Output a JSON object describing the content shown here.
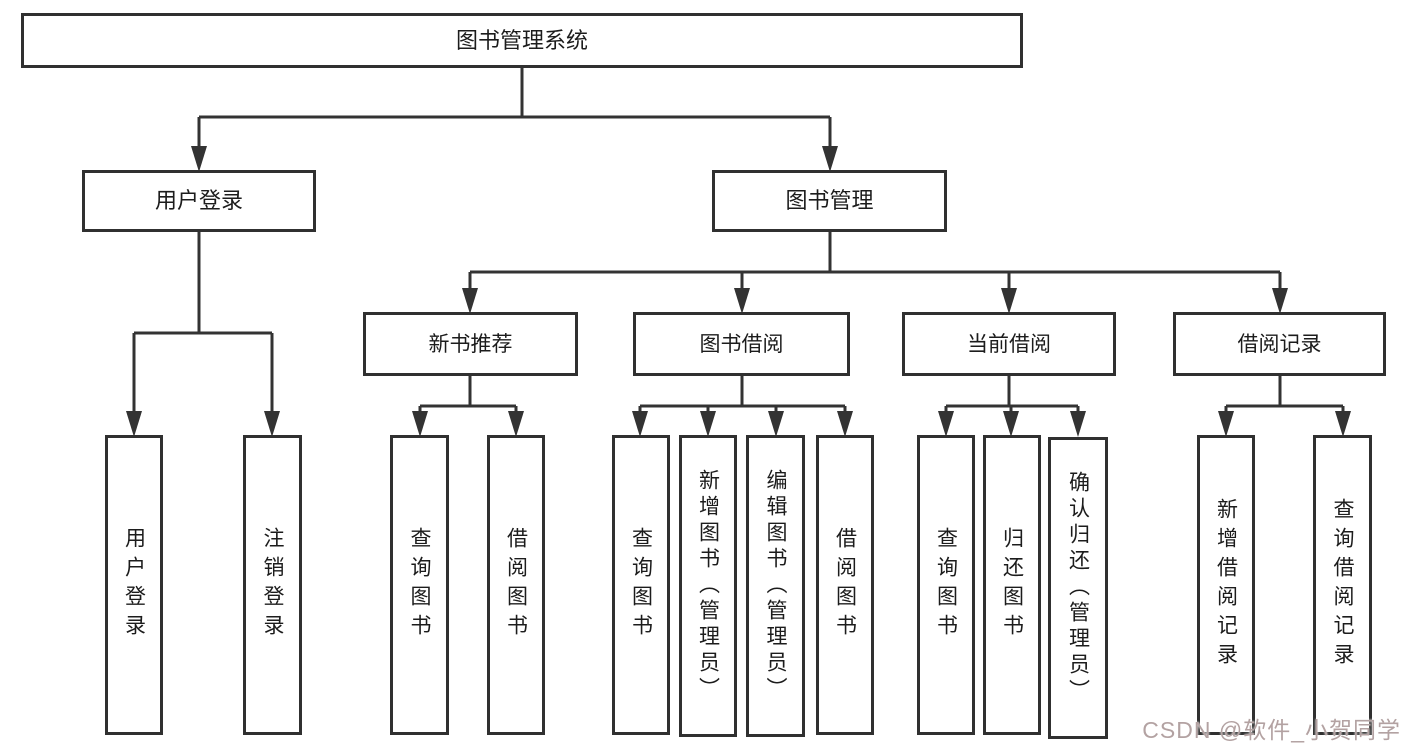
{
  "tree": {
    "label": "图书管理系统",
    "children": [
      {
        "label": "用户登录",
        "children": [
          {
            "label": "用户登录"
          },
          {
            "label": "注销登录"
          }
        ]
      },
      {
        "label": "图书管理",
        "children": [
          {
            "label": "新书推荐",
            "children": [
              {
                "label": "查询图书"
              },
              {
                "label": "借阅图书"
              }
            ]
          },
          {
            "label": "图书借阅",
            "children": [
              {
                "label": "查询图书"
              },
              {
                "label": "新增图书（管理员）"
              },
              {
                "label": "编辑图书（管理员）"
              },
              {
                "label": "借阅图书"
              }
            ]
          },
          {
            "label": "当前借阅",
            "children": [
              {
                "label": "查询图书"
              },
              {
                "label": "归还图书"
              },
              {
                "label": "确认归还（管理员）"
              }
            ]
          },
          {
            "label": "借阅记录",
            "children": [
              {
                "label": "新增借阅记录"
              },
              {
                "label": "查询借阅记录"
              }
            ]
          }
        ]
      }
    ]
  },
  "watermark": {
    "text": "CSDN @软件_小贺同学"
  },
  "colors": {
    "line": "#333333",
    "box_border": "#303030",
    "text": "#1c1c1c",
    "watermark": "#b3a2a2",
    "background": "#ffffff"
  }
}
